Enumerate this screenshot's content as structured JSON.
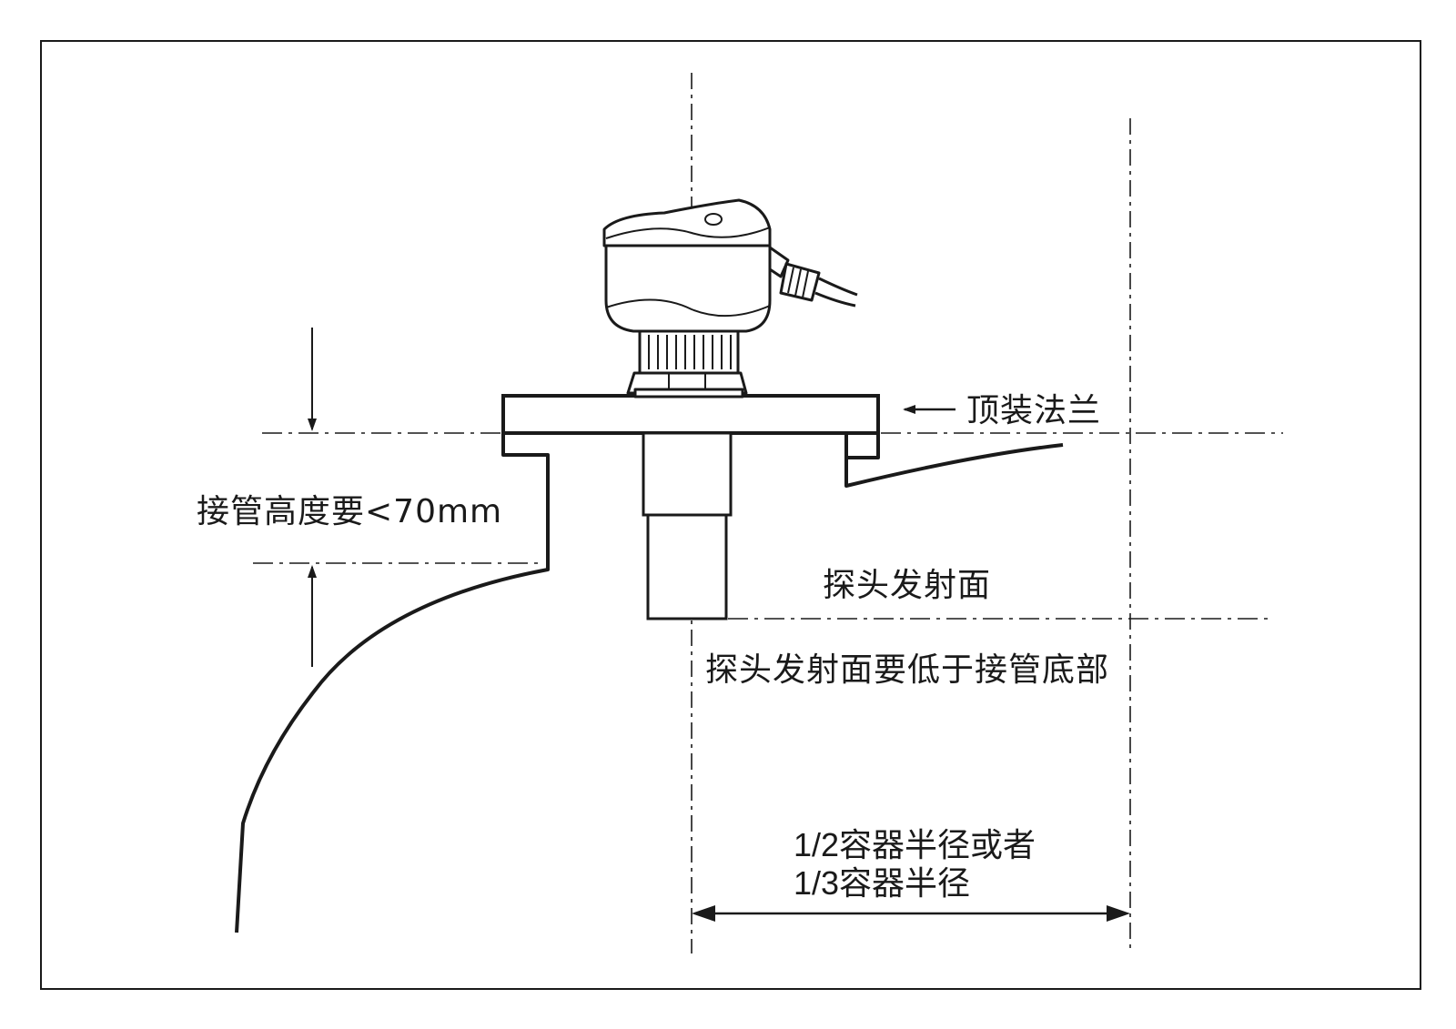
{
  "diagram": {
    "title_hint": "顶装法兰 installation diagram",
    "labels": {
      "flange": "顶装法兰",
      "nozzle_height": "接管高度要<70mm",
      "probe_face": "探头发射面",
      "probe_face_note": "探头发射面要低于接管底部",
      "radius_line1": "1/2容器半径或者",
      "radius_line2": "1/3容器半径"
    },
    "colors": {
      "ink": "#1a1a1a",
      "background": "#ffffff"
    }
  }
}
